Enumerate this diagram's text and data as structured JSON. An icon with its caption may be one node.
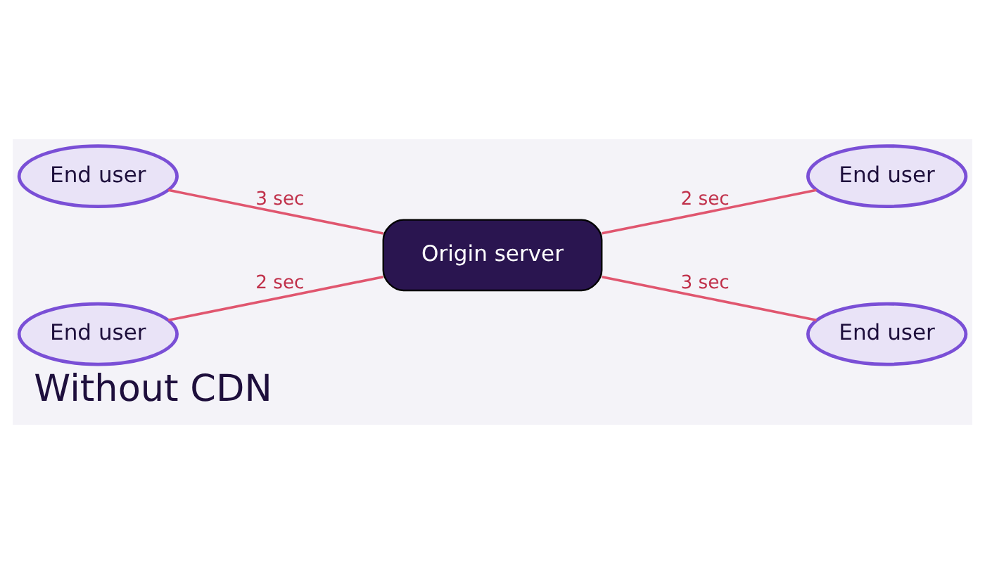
{
  "diagram": {
    "title": "Without CDN",
    "nodes": [
      {
        "text": [
          "End user"
        ]
      },
      {
        "text": [
          "Origin server"
        ]
      },
      {
        "text": [
          "End user"
        ]
      },
      {
        "text": [
          "End user"
        ]
      },
      {
        "text": [
          "End user"
        ]
      }
    ],
    "edges": [
      {
        "from": 0,
        "to": 1,
        "arrow": "none",
        "label": "3 sec"
      },
      {
        "from": 1,
        "to": 2,
        "arrow": "none",
        "label": "2 sec"
      },
      {
        "from": 3,
        "to": 1,
        "arrow": "none",
        "label": "2 sec"
      },
      {
        "from": 1,
        "to": 4,
        "arrow": "none",
        "label": "3 sec"
      }
    ]
  }
}
